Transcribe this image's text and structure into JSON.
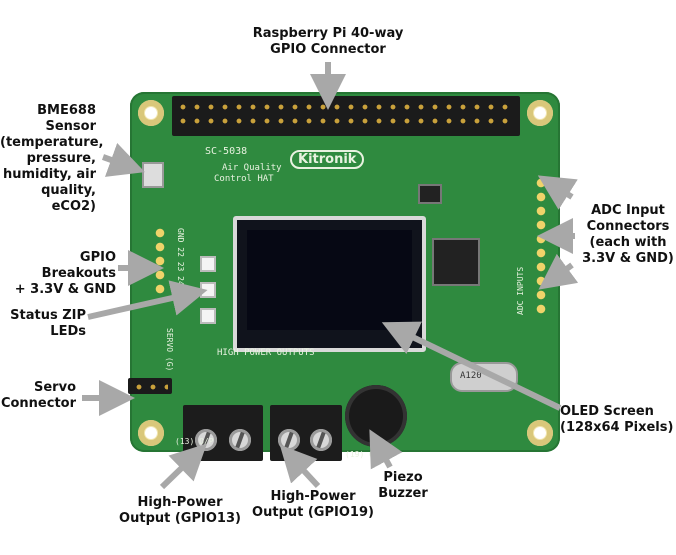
{
  "labels": {
    "gpio_connector": [
      "Raspberry Pi 40-way",
      "GPIO Connector"
    ],
    "bme688": [
      "BME688",
      "Sensor",
      "(temperature,",
      "pressure,",
      "humidity, air",
      "quality, eCO2)"
    ],
    "gpio_breakouts": [
      "GPIO Breakouts",
      "+ 3.3V & GND"
    ],
    "status_leds": [
      "Status ZIP",
      "LEDs"
    ],
    "servo": [
      "Servo",
      "Connector"
    ],
    "hp_output_13": [
      "High-Power",
      "Output (GPIO13)"
    ],
    "hp_output_19": [
      "High-Power",
      "Output (GPIO19)"
    ],
    "piezo": [
      "Piezo",
      "Buzzer"
    ],
    "oled": [
      "OLED Screen",
      "(128x64 Pixels)"
    ],
    "adc": [
      "ADC Input",
      "Connectors",
      "(each with",
      "3.3V & GND)"
    ]
  },
  "silkscreen": {
    "part": "SC-5038",
    "brand": "Kitronik",
    "product": [
      "Air Quality",
      "Control HAT"
    ],
    "high_power": "HIGH POWER OUTPUTS",
    "servo": "SERVO (G)",
    "o13": "(13) O/P",
    "o19": "(19) O/P",
    "crystal": "A120",
    "adc_inputs": "ADC INPUTS"
  },
  "colors": {
    "pcb": "#2f8a3f",
    "arrow": "#a8a8a8",
    "text": "#111111"
  }
}
